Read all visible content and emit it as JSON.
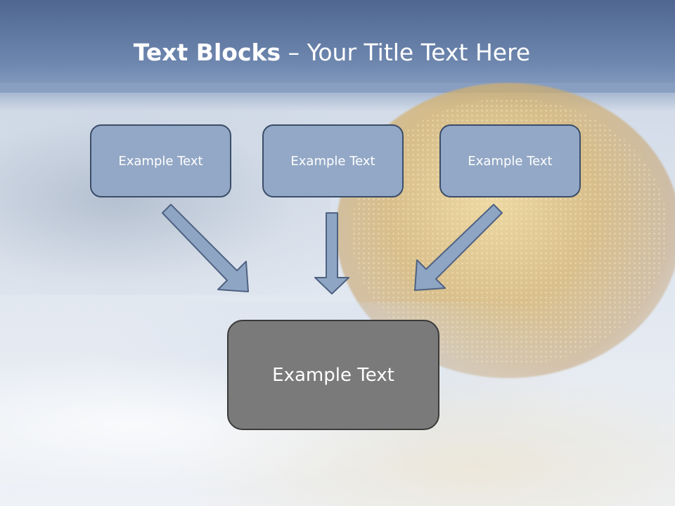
{
  "slide": {
    "title_bold": "Text Blocks",
    "title_sep": " – ",
    "title_rest": "Your Title Text Here"
  },
  "diagram": {
    "top_boxes": [
      "Example Text",
      "Example Text",
      "Example Text"
    ],
    "bottom_box": "Example Text"
  },
  "colors": {
    "title_band": "#5d77a0",
    "box_fill": "#93a8c6",
    "box_border": "#3b4d69",
    "main_box_fill": "#7a7a7a",
    "arrow_fill": "#8fa5c4",
    "arrow_stroke": "#4f6282"
  }
}
